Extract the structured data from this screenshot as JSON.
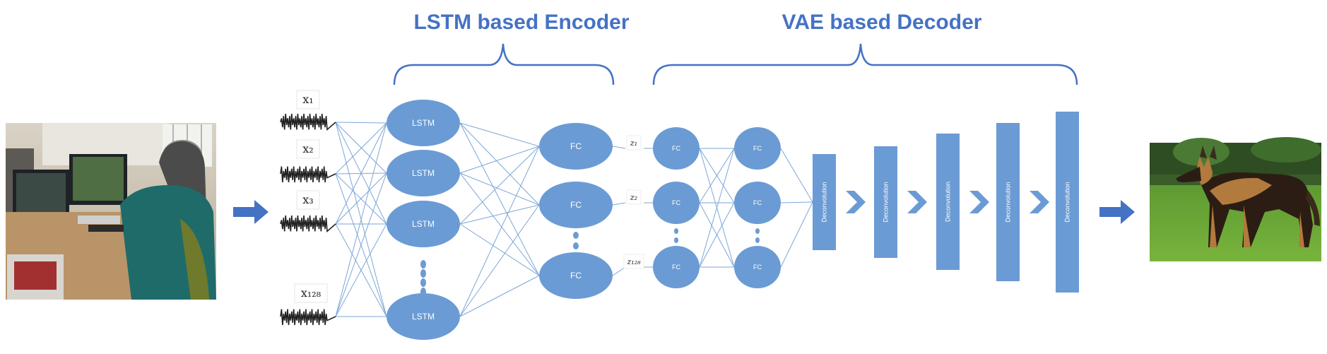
{
  "titles": {
    "encoder": "LSTM based Encoder",
    "decoder": "VAE based Decoder"
  },
  "inputs": [
    "x₁",
    "x₂",
    "x₃",
    "x₁₂₈"
  ],
  "latents": [
    "z₁",
    "z₂",
    "z₁₂₈"
  ],
  "lstm_label": "LSTM",
  "fc_label": "FC",
  "deconv_label": "Deconvolution",
  "colors": {
    "title": "#4472c4",
    "node": "#6b9bd4",
    "edge": "#7da6d8",
    "arrow": "#4472c4"
  },
  "images": {
    "left": "photo of a person wearing an EEG cap seated at a computer",
    "right": "photo of a German Shepherd dog on grass"
  }
}
